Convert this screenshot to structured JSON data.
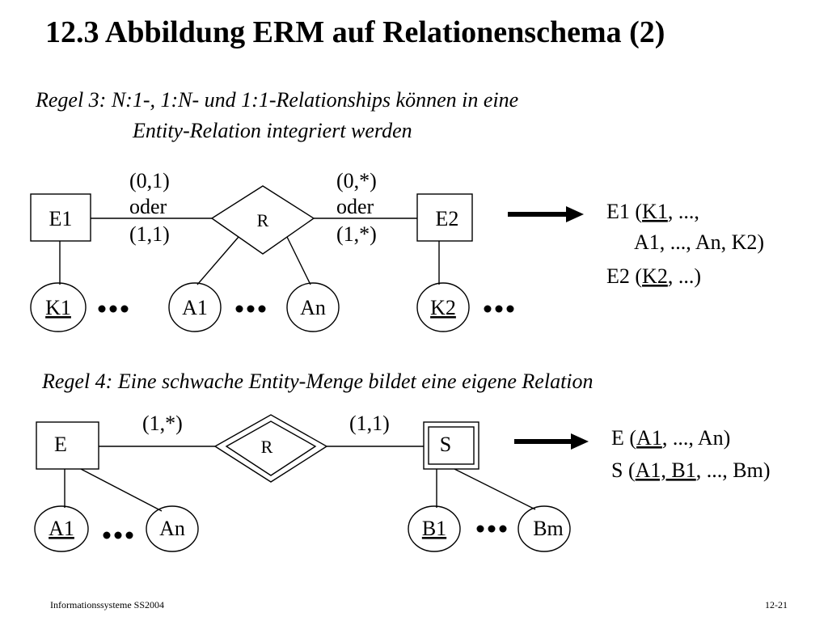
{
  "title": "12.3 Abbildung ERM auf Relationenschema (2)",
  "rule3": {
    "line1": "Regel 3: N:1-, 1:N- und 1:1-Relationships können in eine",
    "line2": "Entity-Relation integriert werden",
    "entity_left": "E1",
    "entity_right": "E2",
    "relationship": "R",
    "card_left": [
      "(0,1)",
      "oder",
      "(1,1)"
    ],
    "card_right": [
      "(0,*)",
      "oder",
      "(1,*)"
    ],
    "attr_k1": "K1",
    "attr_a1": "A1",
    "attr_an": "An",
    "attr_k2": "K2",
    "mapping": {
      "e1_open": "E1 (",
      "e1_key": "K1",
      "e1_rest": ",  ...,",
      "e1_line2": "A1,  ...,  An, K2)",
      "e2_open": "E2 (",
      "e2_key": "K2",
      "e2_rest": ", ...)"
    }
  },
  "rule4": {
    "line": "Regel 4: Eine schwache Entity-Menge bildet eine eigene Relation",
    "entity_left": "E",
    "entity_weak": "S",
    "relationship": "R",
    "card_left": "(1,*)",
    "card_right": "(1,1)",
    "attr_a1": "A1",
    "attr_an": "An",
    "attr_b1": "B1",
    "attr_bm": "Bm",
    "mapping": {
      "e_open": "E (",
      "e_key": "A1",
      "e_rest": ",  ..., An)",
      "s_open": "S (",
      "s_key": "A1, B1",
      "s_rest": ", ..., Bm)"
    }
  },
  "footer": {
    "left": "Informationssysteme SS2004",
    "right": "12-21"
  }
}
